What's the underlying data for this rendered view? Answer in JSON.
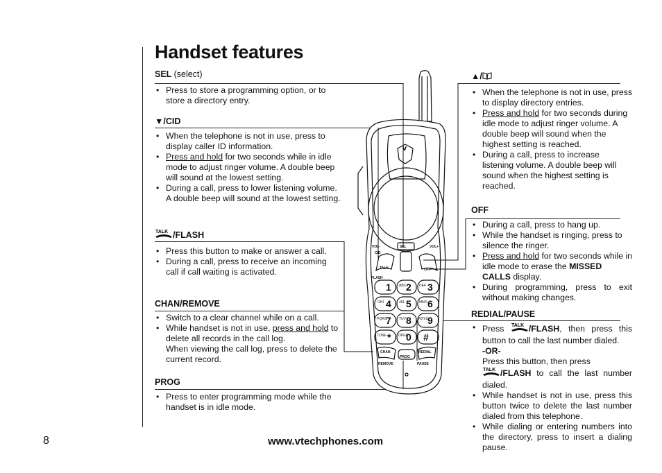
{
  "page": {
    "title": "Handset features",
    "page_number": "8",
    "footer_url": "www.vtechphones.com"
  },
  "left": {
    "sel": {
      "title": "SEL",
      "subtitle": "(select)",
      "bullets": [
        "Press to store a programming option, or to store a directory entry."
      ]
    },
    "cid": {
      "title": "▼/CID",
      "b1": "When the telephone is not in use, press to display caller ID information.",
      "b2_u": "Press and hold",
      "b2_rest": " for two seconds while in idle mode to adjust ringer volume. A double beep will sound at the lowest setting.",
      "b3": "During a call, press to lower listening volume. A double beep will sound at the lowest setting."
    },
    "flash": {
      "title": "/FLASH",
      "b1": "Press this button to make or answer a call.",
      "b2": "During a call, press to receive an incoming call if call waiting is activated."
    },
    "chan": {
      "title": "CHAN/REMOVE",
      "b1": "Switch to a clear channel while on a call.",
      "b2_pre": "While handset is not in use, ",
      "b2_u": "press and hold",
      "b2_post": " to delete all records in the call log.",
      "b2_extra": "When viewing the call log, press to delete the current record."
    },
    "prog": {
      "title": "PROG",
      "b1": "Press to enter programming mode while the handset is in idle mode."
    }
  },
  "right": {
    "updir": {
      "title": "▲/📖",
      "b1": "When the telephone is not in use, press to display directory entries.",
      "b2_u": "Press and hold",
      "b2_rest": " for two seconds during idle mode to adjust ringer volume. A double beep will sound when the highest setting is reached.",
      "b3": "During a call, press to increase listening volume. A double beep will sound when the highest setting is reached."
    },
    "off": {
      "title": "OFF",
      "b1": "During a call, press to hang up.",
      "b2": "While the handset is ringing, press to silence the ringer.",
      "b3_u": "Press and hold",
      "b3_pre": " for two seconds while in idle mode to erase the ",
      "b3_bold": "MISSED CALLS",
      "b3_post": " display.",
      "b4": "During programming, press to exit without making changes."
    },
    "redial": {
      "title": "REDIAL/PAUSE",
      "b1_pre": "Press ",
      "b1_bold": "/FLASH",
      "b1_post": ", then press this button to call the last number dialed.",
      "or": "-OR-",
      "b1_extra": "Press this button, then press",
      "b1_bold2": "/FLASH",
      "b1_post2": " to call the last number dialed.",
      "b2": "While handset is not in use, press this button twice to delete the last number dialed from this telephone.",
      "b3": "While dialing or entering numbers into the directory, press to insert a dialing pause."
    }
  },
  "talk_label": "TALK",
  "handset": {
    "brand_logo": "v",
    "keys": [
      "1",
      "2",
      "3",
      "4",
      "5",
      "6",
      "7",
      "8",
      "9",
      "*",
      "0",
      "#"
    ],
    "key_letters": [
      "",
      "ABC",
      "DEF",
      "GHI",
      "JKL",
      "MNO",
      "PQRS",
      "TUV",
      "WXYZ",
      "TONE",
      "OPER",
      ""
    ],
    "labels": {
      "sel": "SEL",
      "cid": "CID",
      "vol_minus": "VOL-",
      "vol_plus": "VOL+",
      "talk": "TALK",
      "off": "OFF",
      "flash": "FLASH",
      "chan": "CHAN",
      "prog": "PROG",
      "redial": "REDIAL",
      "remove": "REMOVE",
      "pause": "PAUSE"
    }
  }
}
